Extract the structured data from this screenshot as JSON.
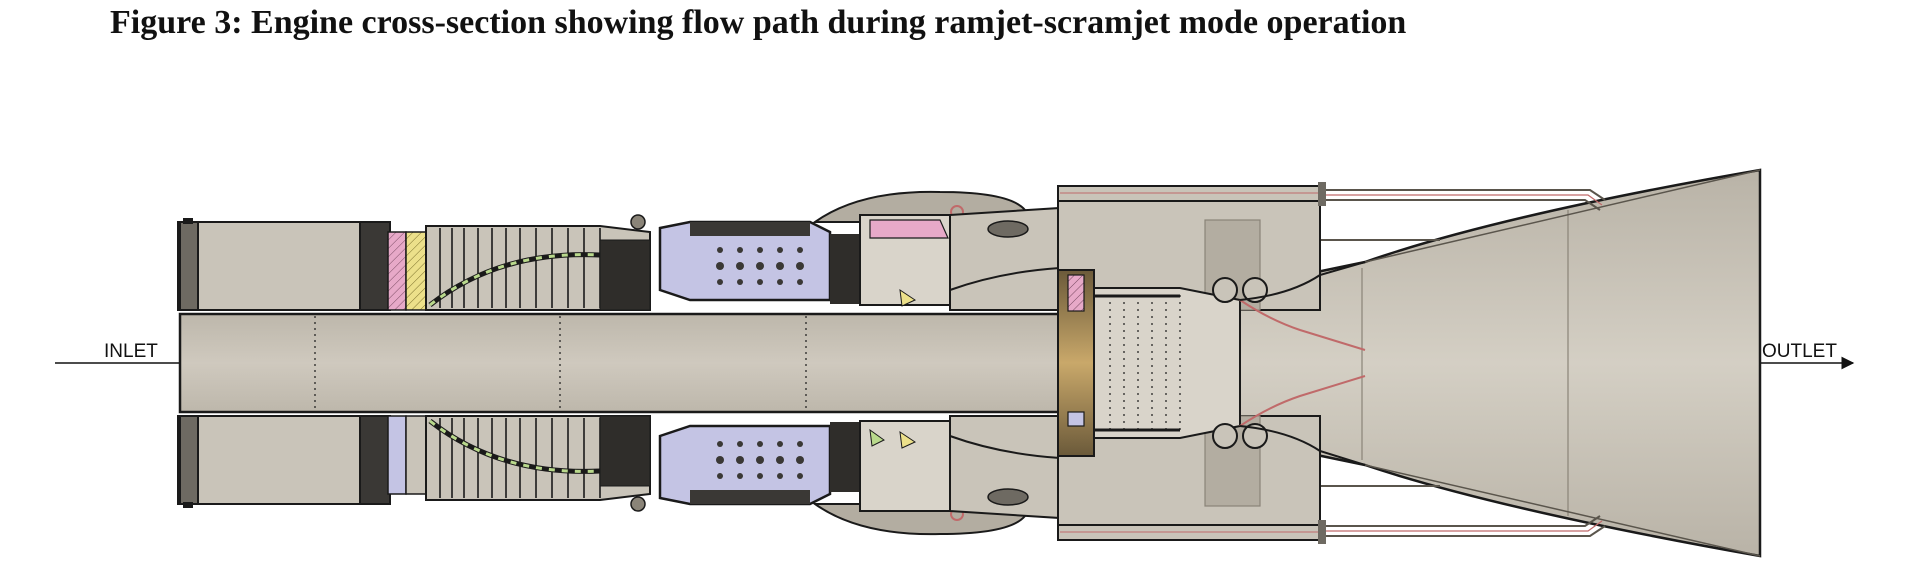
{
  "figure": {
    "caption": "Figure 3: Engine cross-section showing flow path during ramjet-scramjet mode operation"
  },
  "labels": {
    "inlet": "INLET",
    "outlet": "OUTLET"
  },
  "colors": {
    "casing": "#c9c4b9",
    "casing_dark": "#b3ada1",
    "outline": "#1a1a1a",
    "pink": "#e7a9c8",
    "yellow": "#ece08a",
    "green": "#b9d98c",
    "lavender": "#c4c4e4",
    "rust": "#c06a6a"
  }
}
